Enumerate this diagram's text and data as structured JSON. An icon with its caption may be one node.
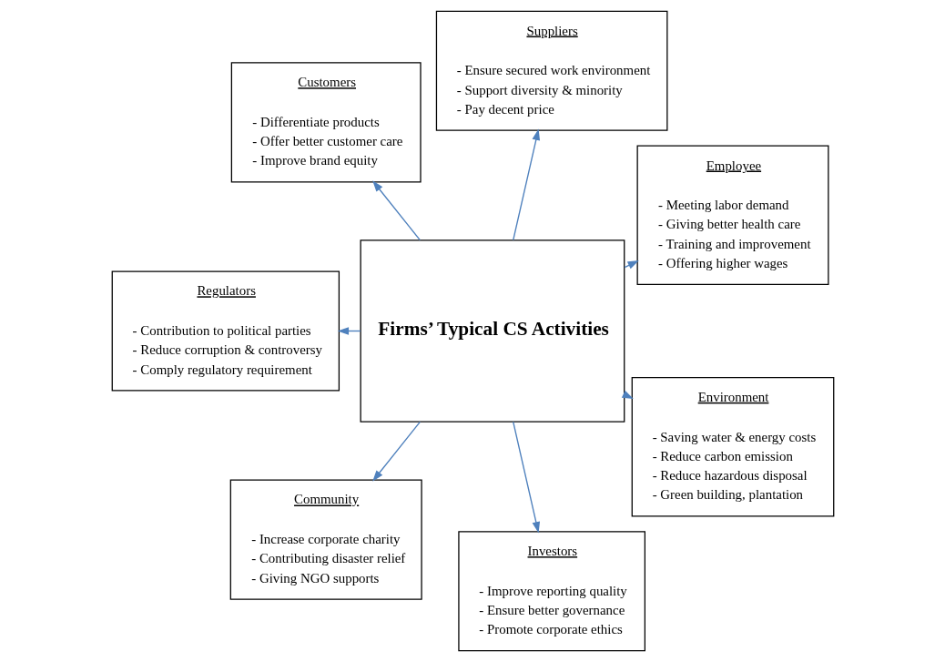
{
  "diagram": {
    "nodes": [
      {
        "text": [
          "Employee",
          "- Meeting labor demand",
          "- Giving better health care",
          "- Training and improvement",
          "- Offering higher wages"
        ]
      },
      {
        "text": [
          "Suppliers",
          "- Ensure secured work environment",
          "- Support diversity & minority",
          "- Pay decent price"
        ]
      },
      {
        "text": [
          "Customers",
          "- Differentiate products",
          "- Offer better customer care",
          "- Improve brand equity"
        ]
      },
      {
        "text": [
          "Firms’ Typical CS Activities"
        ]
      },
      {
        "text": [
          "Regulators",
          "- Contribution to political parties",
          "- Reduce corruption & controversy",
          "- Comply regulatory requirement"
        ]
      },
      {
        "text": [
          "Community",
          "- Increase corporate charity",
          "- Contributing disaster relief",
          "- Giving NGO supports"
        ]
      },
      {
        "text": [
          "Investors",
          "- Improve reporting quality",
          "- Ensure better governance",
          "- Promote corporate ethics"
        ]
      },
      {
        "text": [
          "Environment",
          "- Saving water & energy costs",
          "- Reduce carbon emission",
          "- Reduce hazardous disposal",
          "- Green building, plantation"
        ]
      }
    ],
    "edges": [
      {
        "from": 3,
        "to": 0,
        "arrow": "to"
      },
      {
        "from": 3,
        "to": 2,
        "arrow": "to"
      },
      {
        "from": 3,
        "to": 5,
        "arrow": "to"
      },
      {
        "from": 3,
        "to": 7,
        "arrow": "to"
      },
      {
        "from": 3,
        "to": 6,
        "arrow": "to"
      },
      {
        "from": 3,
        "to": 4,
        "arrow": "to"
      },
      {
        "from": 3,
        "to": 1,
        "arrow": "to"
      }
    ]
  }
}
